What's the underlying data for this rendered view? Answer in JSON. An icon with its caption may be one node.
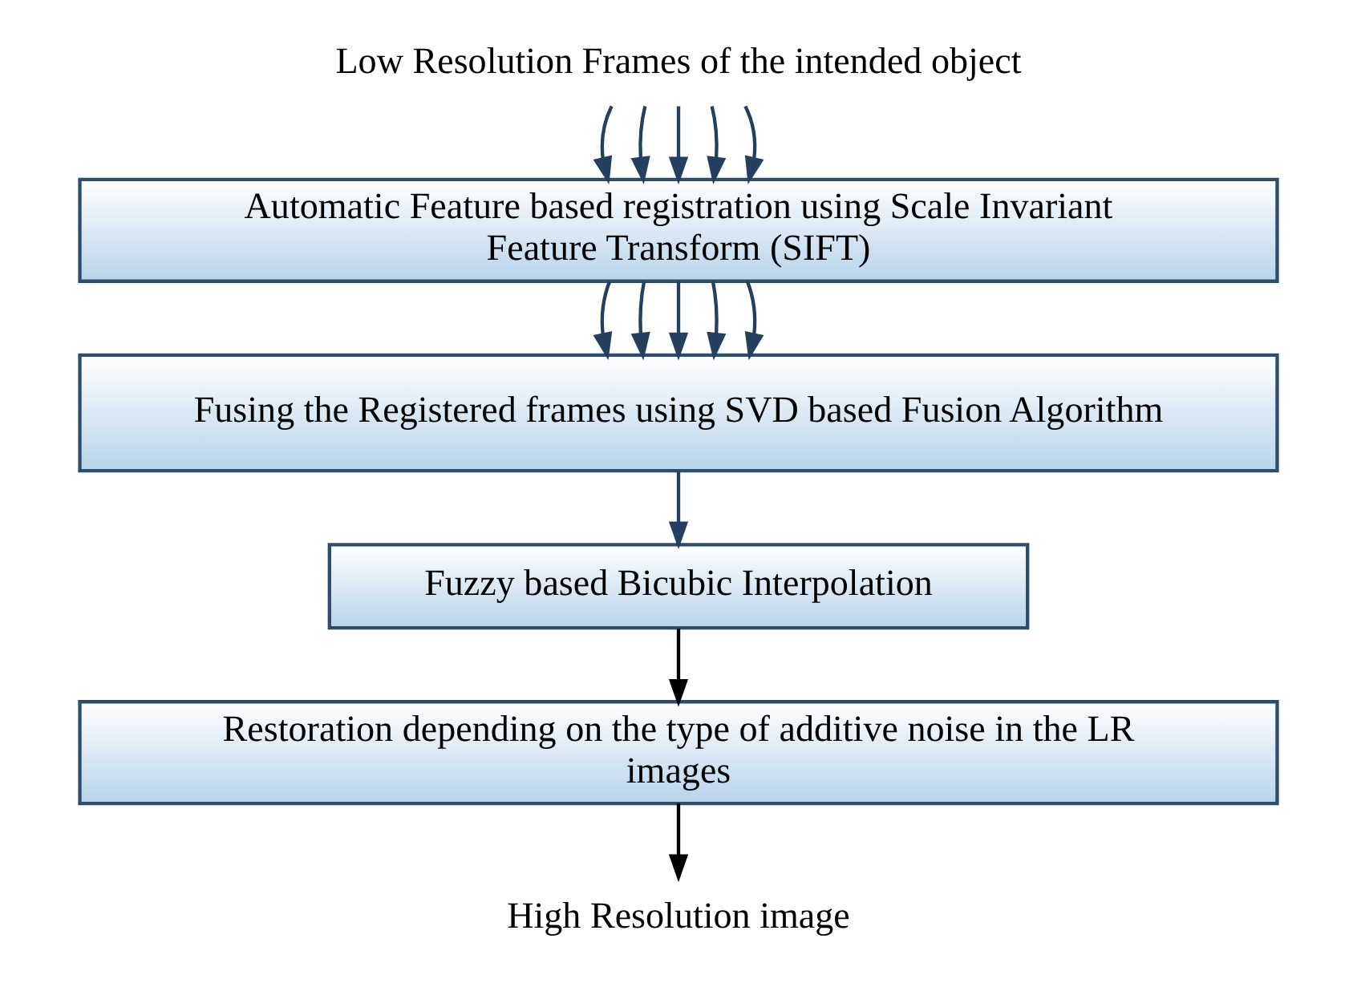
{
  "diagram": {
    "nodes": [
      {
        "text": [
          "Low Resolution Frames of the intended object"
        ]
      },
      {
        "text": [
          "Automatic Feature based registration using Scale Invariant Feature Transform (SIFT)"
        ]
      },
      {
        "text": [
          "Fusing the Registered frames using SVD based Fusion Algorithm"
        ]
      },
      {
        "text": [
          "Fuzzy based Bicubic Interpolation"
        ]
      },
      {
        "text": [
          "Restoration depending on the type of additive noise in the LR images"
        ]
      },
      {
        "text": [
          "High Resolution image"
        ]
      }
    ],
    "edges": [
      {
        "from": 0,
        "to": 1,
        "arrow": "to"
      },
      {
        "from": 0,
        "to": 1,
        "arrow": "to"
      },
      {
        "from": 0,
        "to": 1,
        "arrow": "to"
      },
      {
        "from": 0,
        "to": 1,
        "arrow": "to"
      },
      {
        "from": 0,
        "to": 1,
        "arrow": "to"
      },
      {
        "from": 1,
        "to": 2,
        "arrow": "to"
      },
      {
        "from": 1,
        "to": 2,
        "arrow": "to"
      },
      {
        "from": 1,
        "to": 2,
        "arrow": "to"
      },
      {
        "from": 1,
        "to": 2,
        "arrow": "to"
      },
      {
        "from": 1,
        "to": 2,
        "arrow": "to"
      },
      {
        "from": 2,
        "to": 3,
        "arrow": "to"
      },
      {
        "from": 3,
        "to": 4,
        "arrow": "to",
        "color": "#000000"
      },
      {
        "from": 4,
        "to": 5,
        "arrow": "to",
        "color": "#000000"
      }
    ]
  }
}
